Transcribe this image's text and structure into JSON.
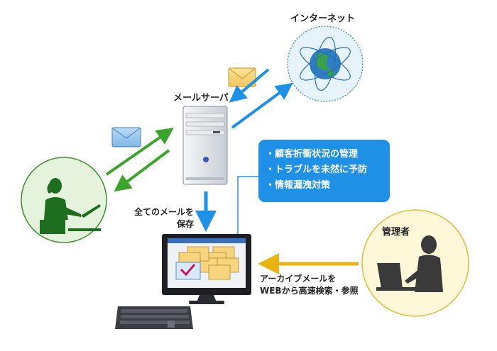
{
  "labels": {
    "internet": "インターネット",
    "mail_server": "メールサーバ",
    "admin": "管理者"
  },
  "captions": {
    "save_line1": "全てのメールを",
    "save_line2": "保存",
    "archive_line1": "アーカイブメールを",
    "archive_line2": "WEBから高速検索・参照"
  },
  "benefits": [
    "顧客折衝状況の管理",
    "トラブルを未然に予防",
    "情報漏洩対策"
  ],
  "colors": {
    "green_arrow": "#3aa52a",
    "blue_arrow": "#1e90e6",
    "yellow_arrow": "#e8b414",
    "user_circle_bg": "#e5f3dd",
    "user_circle_border": "#3c8f2c",
    "admin_circle_bg": "#fff8d8",
    "admin_circle_border": "#e6b93a",
    "internet_bg": "#e6f3fb",
    "box_bg": "#1e90e6"
  }
}
